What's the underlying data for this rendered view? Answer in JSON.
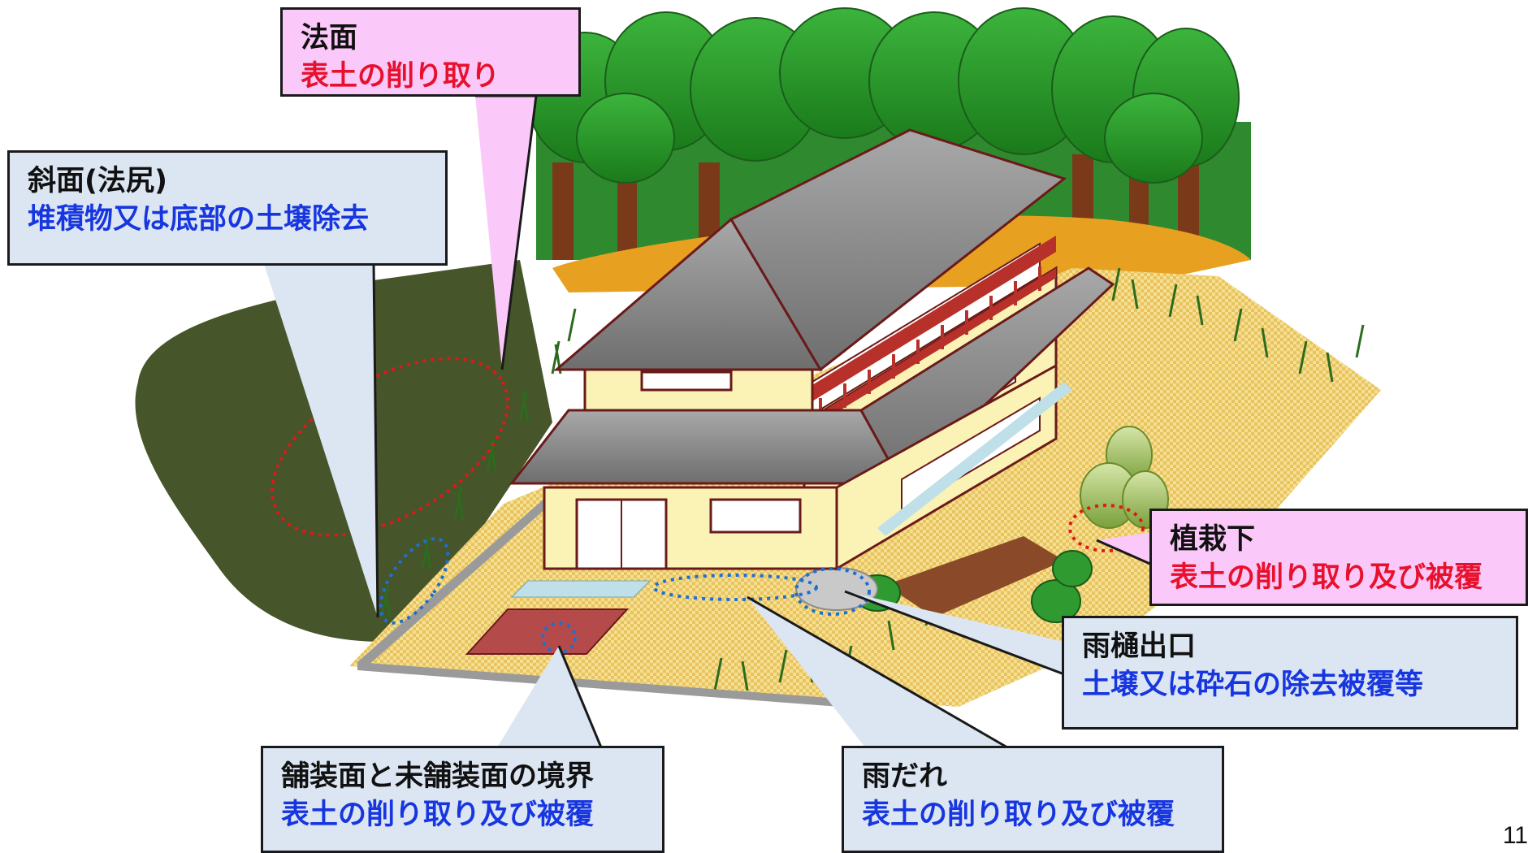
{
  "callouts": {
    "nomen": {
      "title": "法面",
      "action": "表土の削り取り"
    },
    "shamen": {
      "title": "斜面(法尻)",
      "action": "堆積物又は底部の土壌除去"
    },
    "shokusai": {
      "title": "植栽下",
      "action": "表土の削り取り及び被覆"
    },
    "amadoi": {
      "title": "雨樋出口",
      "action": "土壌又は砕石の除去被覆等"
    },
    "hoso": {
      "title": "舗装面と未舗装面の境界",
      "action": "表土の削り取り及び被覆"
    },
    "amadare": {
      "title": "雨だれ",
      "action": "表土の削り取り及び被覆"
    }
  },
  "page_number": "11",
  "colors": {
    "callout_pink": "#fbc8fa",
    "callout_blue": "#dce6f2",
    "action_red": "#e8112d",
    "action_blue": "#1736e0",
    "marker_red": "#e01818",
    "marker_blue": "#1f6fd0",
    "slope_dark_green": "#46552a",
    "yard_sand": "#f2d98a",
    "wall_cream": "#fbf3b6",
    "roof_gray": "#8e8e8e"
  }
}
